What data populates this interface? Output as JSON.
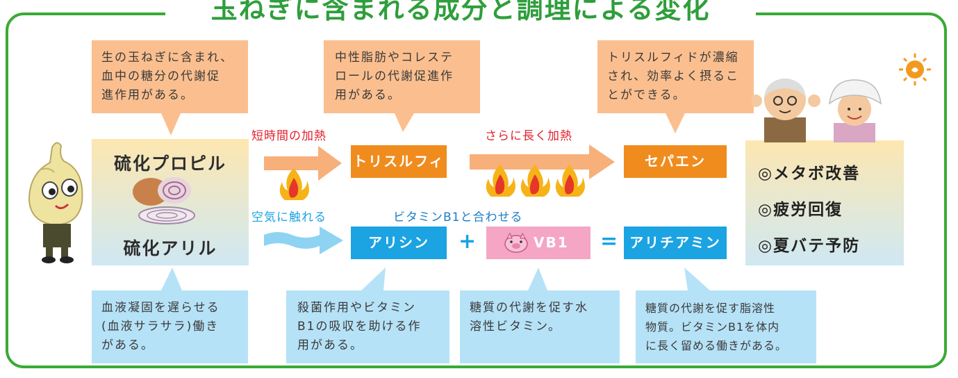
{
  "title": "玉ねぎに含まれる成分と調理による変化",
  "bubbles": {
    "propyl_sulfide": [
      "生の玉ねぎに含まれ、",
      "血中の糖分の代謝促",
      "進作用がある。"
    ],
    "trisulfide": [
      "中性脂肪やコレステ",
      "ロールの代謝促進作",
      "用がある。"
    ],
    "cepaene": [
      "トリスルフィドが濃縮",
      "され、効率よく摂るこ",
      "とができる。"
    ],
    "allyl_sulfide": [
      "血液凝固を遅らせる",
      "(血液サラサラ)働き",
      "がある。"
    ],
    "allicin": [
      "殺菌作用やビタミン",
      "B1の吸収を助ける作",
      "用がある。"
    ],
    "vb1": [
      "糖質の代謝を促す水",
      "溶性ビタミン。"
    ],
    "allithiamine": [
      "糖質の代謝を促す脂溶性",
      "物質。ビタミンB1を体内",
      "に長く留める働きがある。"
    ]
  },
  "components": {
    "top": "硫化プロピル",
    "bottom": "硫化アリル"
  },
  "labels": {
    "short_heat": "短時間の加熱",
    "long_heat": "さらに長く加熱",
    "air": "空気に触れる",
    "combine": "ビタミンB1と合わせる"
  },
  "tags": {
    "trisulfide": "トリスルフィド",
    "cepaene": "セパエン",
    "allicin": "アリシン",
    "vb1": "VB1",
    "allithiamine": "アリチアミン"
  },
  "operators": {
    "plus": "+",
    "equals": "="
  },
  "effects": [
    "◎メタボ改善",
    "◎疲労回復",
    "◎夏バテ予防"
  ],
  "colors": {
    "frame": "#3aaa35",
    "title": "#2f9e3c",
    "orange_bubble": "#fbbf8f",
    "blue_bubble": "#b6e2f7",
    "orange_tag": "#f08c1e",
    "blue_tag": "#1ba3e2",
    "pink_tag": "#f4a6c4",
    "heat_label": "#e4202c",
    "air_label": "#1ba3e2"
  },
  "icons": [
    "onion-character-icon",
    "sliced-onion-icon",
    "flame-icon",
    "pig-icon",
    "elderly-couple-icon",
    "sun-icon"
  ]
}
